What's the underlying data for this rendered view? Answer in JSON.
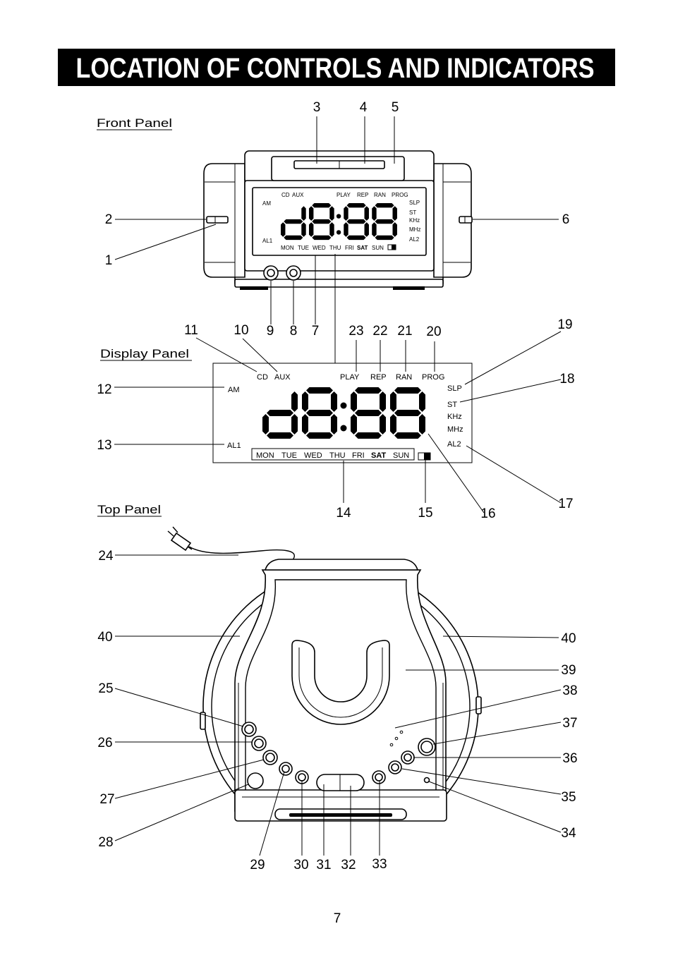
{
  "title": "LOCATION OF CONTROLS AND INDICATORS",
  "sections": {
    "front_panel": "Front Panel",
    "display_panel": "Display Panel",
    "top_panel": "Top Panel"
  },
  "front_panel_lcd": {
    "cd": "CD",
    "aux": "AUX",
    "play": "PLAY",
    "rep": "REP",
    "ran": "RAN",
    "prog": "PROG",
    "am": "AM",
    "slp": "SLP",
    "st": "ST",
    "khz": "KHz",
    "mhz": "MHz",
    "al2": "AL2",
    "al1": "AL1",
    "days": [
      "MON",
      "TUE",
      "WED",
      "THU",
      "FRI",
      "SAT",
      "SUN"
    ]
  },
  "display_panel_lcd": {
    "cd": "CD",
    "aux": "AUX",
    "play": "PLAY",
    "rep": "REP",
    "ran": "RAN",
    "prog": "PROG",
    "am": "AM",
    "slp": "SLP",
    "st": "ST",
    "khz": "KHz",
    "mhz": "MHz",
    "al2": "AL2",
    "al1": "AL1",
    "days": [
      "MON",
      "TUE",
      "WED",
      "THU",
      "FRI",
      "SAT",
      "SUN"
    ]
  },
  "callouts": {
    "n1": "1",
    "n2": "2",
    "n3": "3",
    "n4": "4",
    "n5": "5",
    "n6": "6",
    "n7": "7",
    "n8": "8",
    "n9": "9",
    "n10": "10",
    "n11": "11",
    "n12": "12",
    "n13": "13",
    "n14": "14",
    "n15": "15",
    "n16": "16",
    "n17": "17",
    "n18": "18",
    "n19": "19",
    "n20": "20",
    "n21": "21",
    "n22": "22",
    "n23": "23",
    "n24": "24",
    "n25": "25",
    "n26": "26",
    "n27": "27",
    "n28": "28",
    "n29": "29",
    "n30": "30",
    "n31": "31",
    "n32": "32",
    "n33": "33",
    "n34": "34",
    "n35": "35",
    "n36": "36",
    "n37": "37",
    "n38": "38",
    "n39": "39",
    "n40": "40"
  },
  "page_number": "7",
  "colors": {
    "ink": "#000000",
    "paper": "#ffffff",
    "title_text": "#ffffff"
  }
}
